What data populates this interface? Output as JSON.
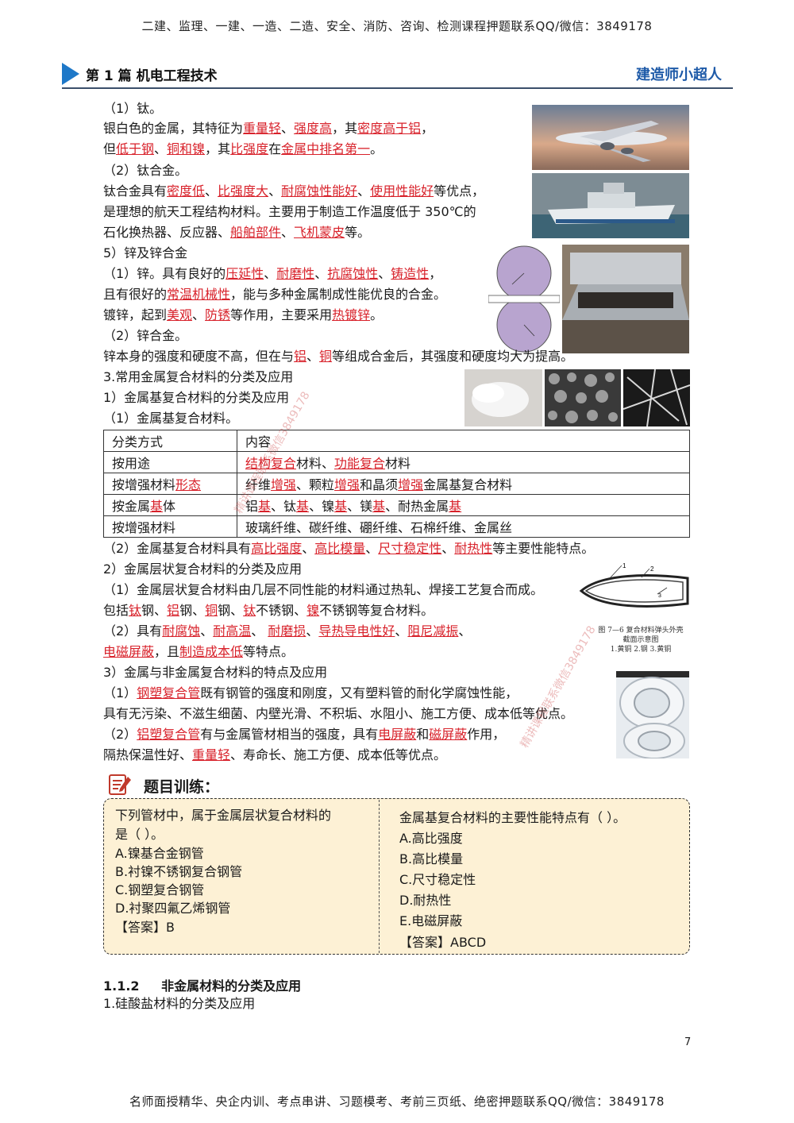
{
  "header": {
    "top_banner": "二建、监理、一建、一造、二造、安全、消防、咨询、检测课程押题联系QQ/微信：3849178",
    "chapter": "第 1 篇  机电工程技术",
    "brand": "建造师小超人"
  },
  "titanium": {
    "h1": "（1）钛。",
    "l1a": "银白色的金属，其特征为",
    "l1b": "重量轻",
    "l1c": "、",
    "l1d": "强度高",
    "l1e": "，其",
    "l1f": "密度高于铝",
    "l1g": "，",
    "l2a": "但",
    "l2b": "低于钢",
    "l2c": "、",
    "l2d": "铜和镍",
    "l2e": "，其",
    "l2f": "比强度",
    "l2g": "在",
    "l2h": "金属中排名第一",
    "l2i": "。",
    "h2": "（2）钛合金。",
    "l3a": "钛合金具有",
    "l3b": "密度低",
    "l3c": "、",
    "l3d": "比强度大",
    "l3e": "、",
    "l3f": "耐腐蚀性能好",
    "l3g": "、",
    "l3h": "使用性能好",
    "l3i": "等优点，",
    "l4": "是理想的航天工程结构材料。主要用于制造工作温度低于 350℃的",
    "l5a": "石化换热器、反应器、",
    "l5b": "船舶部件",
    "l5c": "、",
    "l5d": "飞机蒙皮",
    "l5e": "等。"
  },
  "zinc": {
    "h0": "5）锌及锌合金",
    "l1a": "（1）锌。具有良好的",
    "l1b": "压延性",
    "l1c": "、",
    "l1d": "耐磨性",
    "l1e": "、",
    "l1f": "抗腐蚀性",
    "l1g": "、",
    "l1h": "铸造性",
    "l1i": "，",
    "l2a": "且有很好的",
    "l2b": "常温机械性",
    "l2c": "，能与多种金属制成性能优良的合金。",
    "l3a": "镀锌，起到",
    "l3b": "美观",
    "l3c": "、",
    "l3d": "防锈",
    "l3e": "等作用，主要采用",
    "l3f": "热镀锌",
    "l3g": "。",
    "h2": "（2）锌合金。",
    "l4a": "锌本身的强度和硬度不高，但在与",
    "l4b": "铝",
    "l4c": "、",
    "l4d": "铜",
    "l4e": "等组成合金后，其强度和硬度均大为提高。"
  },
  "composite": {
    "h3": "3.常用金属复合材料的分类及应用",
    "h31": "1）金属基复合材料的分类及应用",
    "h311": "（1）金属基复合材料。",
    "table": {
      "header": [
        "分类方式",
        "内容"
      ],
      "r1c1": "按用途",
      "r1a": "结构复合",
      "r1b": "材料、",
      "r1c": "功能复合",
      "r1d": "材料",
      "r2c1a": "按增强材料",
      "r2c1b": "形态",
      "r2a": "纤维",
      "r2b": "增强",
      "r2c": "、颗粒",
      "r2d": "增强",
      "r2e": "和晶须",
      "r2f": "增强",
      "r2g": "金属基复合材料",
      "r3c1a": "按金属",
      "r3c1b": "基",
      "r3c1c": "体",
      "r3a": "铝",
      "r3b": "基",
      "r3c": "、钛",
      "r3d": "基",
      "r3e": "、镍",
      "r3f": "基",
      "r3g": "、镁",
      "r3h": "基",
      "r3i": "、耐热金属",
      "r3j": "基",
      "r4c1": "按增强材料",
      "r4c2": "玻璃纤维、碳纤维、硼纤维、石棉纤维、金属丝"
    },
    "p2a": "（2）金属基复合材料具有",
    "p2b": "高比强度",
    "p2c": "、",
    "p2d": "高比模量",
    "p2e": "、",
    "p2f": "尺寸稳定性",
    "p2g": "、",
    "p2h": "耐热性",
    "p2i": "等主要性能特点。",
    "h32": "2）金属层状复合材料的分类及应用",
    "l1": "（1）金属层状复合材料由几层不同性能的材料通过热轧、焊接工艺复合而成。",
    "l2a": "包括",
    "l2b": "钛",
    "l2c": "钢、",
    "l2d": "铝",
    "l2e": "钢、",
    "l2f": "铜",
    "l2g": "钢、",
    "l2h": "钛",
    "l2i": "不锈钢、",
    "l2j": "镍",
    "l2k": "不锈钢等复合材料。",
    "l3a": "（2）具有",
    "l3b": "耐腐蚀",
    "l3c": "、",
    "l3d": "耐高温",
    "l3e": "、 ",
    "l3f": "耐磨损",
    "l3g": "、",
    "l3h": "导热导电性好",
    "l3i": "、",
    "l3j": "阻尼减振",
    "l3k": "、",
    "l4a": "电磁屏蔽",
    "l4b": "，且",
    "l4c": "制造成本低",
    "l4d": "等特点。",
    "fig_caption1": "图 7—6   复合材料弹头外壳",
    "fig_caption2": "截面示意图",
    "fig_caption3": "1.黄铜  2.钢  3.黄铜",
    "h33": "3）金属与非金属复合材料的特点及应用",
    "m1a": "（1）",
    "m1b": "钢塑复合管",
    "m1c": "既有钢管的强度和刚度，又有塑料管的耐化学腐蚀性能，",
    "m2": "具有无污染、不滋生细菌、内壁光滑、不积垢、水阻小、施工方便、成本低等优点。",
    "m3a": "（2）",
    "m3b": "铝塑复合管",
    "m3c": "有与金属管材相当的强度，具有",
    "m3d": "电屏蔽",
    "m3e": "和",
    "m3f": "磁屏蔽",
    "m3g": "作用，",
    "m4a": "隔热保温性好、",
    "m4b": "重量轻",
    "m4c": "、寿命长、施工方便、成本低等优点。"
  },
  "exercise": {
    "title": "题目训练：",
    "q1": {
      "stem1": "下列管材中，属于金属层状复合材料的",
      "stem2": "是（        ）。",
      "options": [
        "A.镍基合金钢管",
        "B.衬镍不锈钢复合钢管",
        "C.钢塑复合钢管",
        "D.衬聚四氟乙烯钢管"
      ],
      "answer": "【答案】B"
    },
    "q2": {
      "stem": "金属基复合材料的主要性能特点有（        ）。",
      "options": [
        "A.高比强度",
        "B.高比模量",
        "C.尺寸稳定性",
        "D.耐热性",
        "E.电磁屏蔽"
      ],
      "answer": "【答案】ABCD"
    }
  },
  "section": {
    "number": "1.1.2",
    "title": "非金属材料的分类及应用",
    "sub": "1.硅酸盐材料的分类及应用"
  },
  "page_number": "7",
  "footer": "名师面授精华、央企内训、考点串讲、习题模考、考前三页纸、绝密押题联系QQ/微信：3849178",
  "watermark": "精讲课程联系微信3849178",
  "colors": {
    "accent_red": "#d8212a",
    "brand_blue": "#1e5aa8",
    "arrow_blue": "#1e78c8",
    "box_bg": "#fdf1d5"
  }
}
